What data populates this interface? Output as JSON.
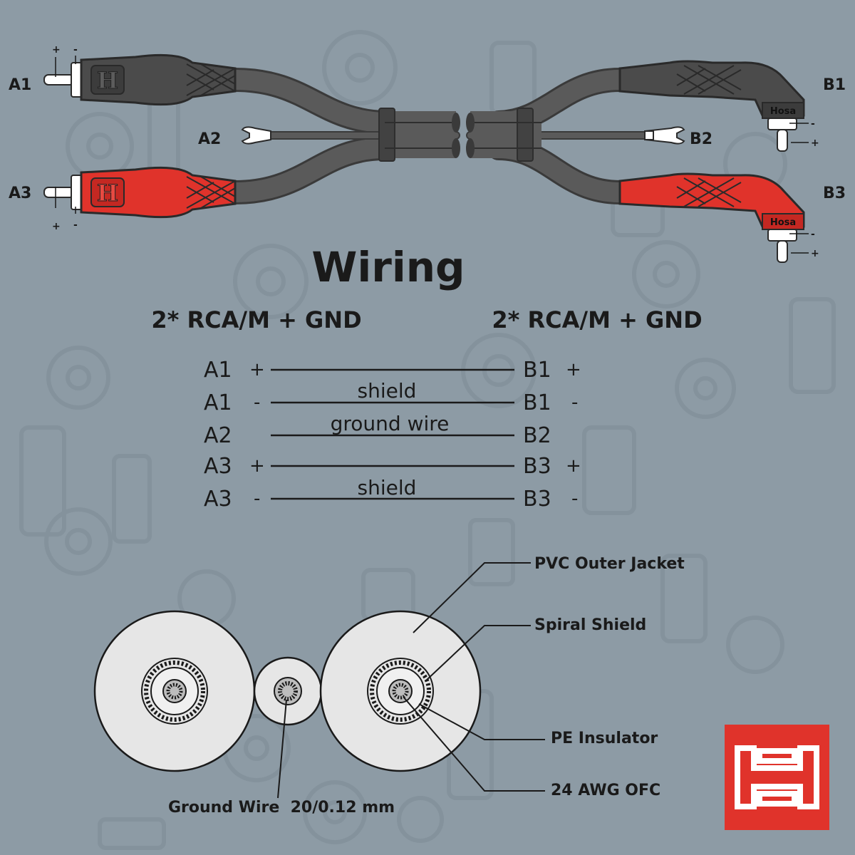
{
  "colors": {
    "background": "#8d9ba5",
    "pattern": "#7f8d97",
    "cable": "#4a4a4a",
    "connector_dark": "#4b4b4b",
    "connector_red": "#e0332b",
    "pin": "#ffffff",
    "section_fill": "#e6e6e6",
    "logo_red": "#e0332b",
    "text": "#1a1a1a"
  },
  "cable_labels": {
    "a1": "A1",
    "a2": "A2",
    "a3": "A3",
    "b1": "B1",
    "b2": "B2",
    "b3": "B3",
    "plus": "+",
    "minus": "-",
    "brand": "Hosa"
  },
  "wiring": {
    "title": "Wiring",
    "left_header": "2* RCA/M + GND",
    "right_header": "2* RCA/M + GND",
    "rows": [
      {
        "left": "A1",
        "left_pol": "+",
        "right": "B1",
        "right_pol": "+",
        "label": ""
      },
      {
        "left": "A1",
        "left_pol": "-",
        "right": "B1",
        "right_pol": "-",
        "label": "shield"
      },
      {
        "left": "A2",
        "left_pol": "",
        "right": "B2",
        "right_pol": "",
        "label": "ground wire"
      },
      {
        "left": "A3",
        "left_pol": "+",
        "right": "B3",
        "right_pol": "+",
        "label": ""
      },
      {
        "left": "A3",
        "left_pol": "-",
        "right": "B3",
        "right_pol": "-",
        "label": "shield"
      }
    ]
  },
  "cross_section": {
    "pvc_jacket": "PVC Outer Jacket",
    "spiral_shield": "Spiral Shield",
    "pe_insulator": "PE Insulator",
    "conductor": "24 AWG OFC",
    "ground_wire": "Ground Wire  20/0.12 mm"
  },
  "logo": {
    "mark": "H"
  }
}
